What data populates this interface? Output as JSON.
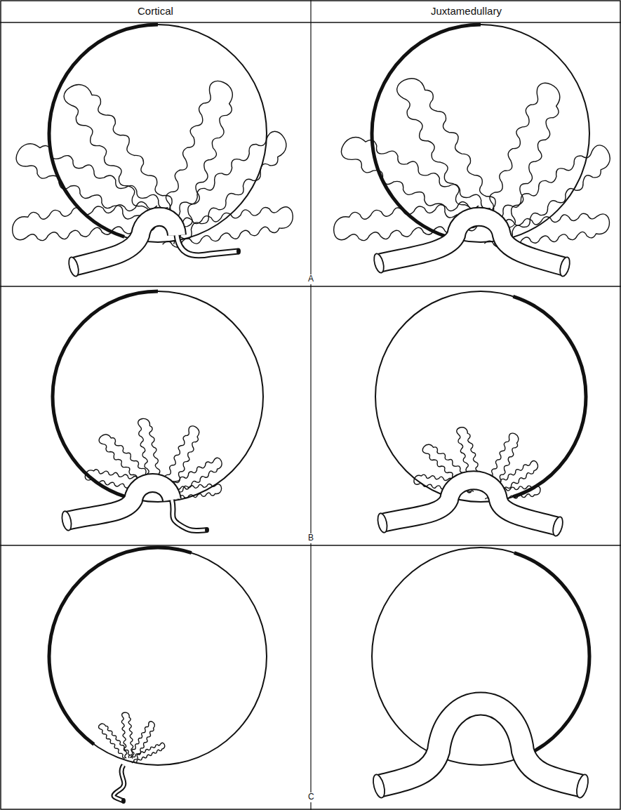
{
  "diagram": {
    "labels": [
      "Cortical",
      "Juxtamedullary",
      "A",
      "B",
      "C"
    ]
  }
}
